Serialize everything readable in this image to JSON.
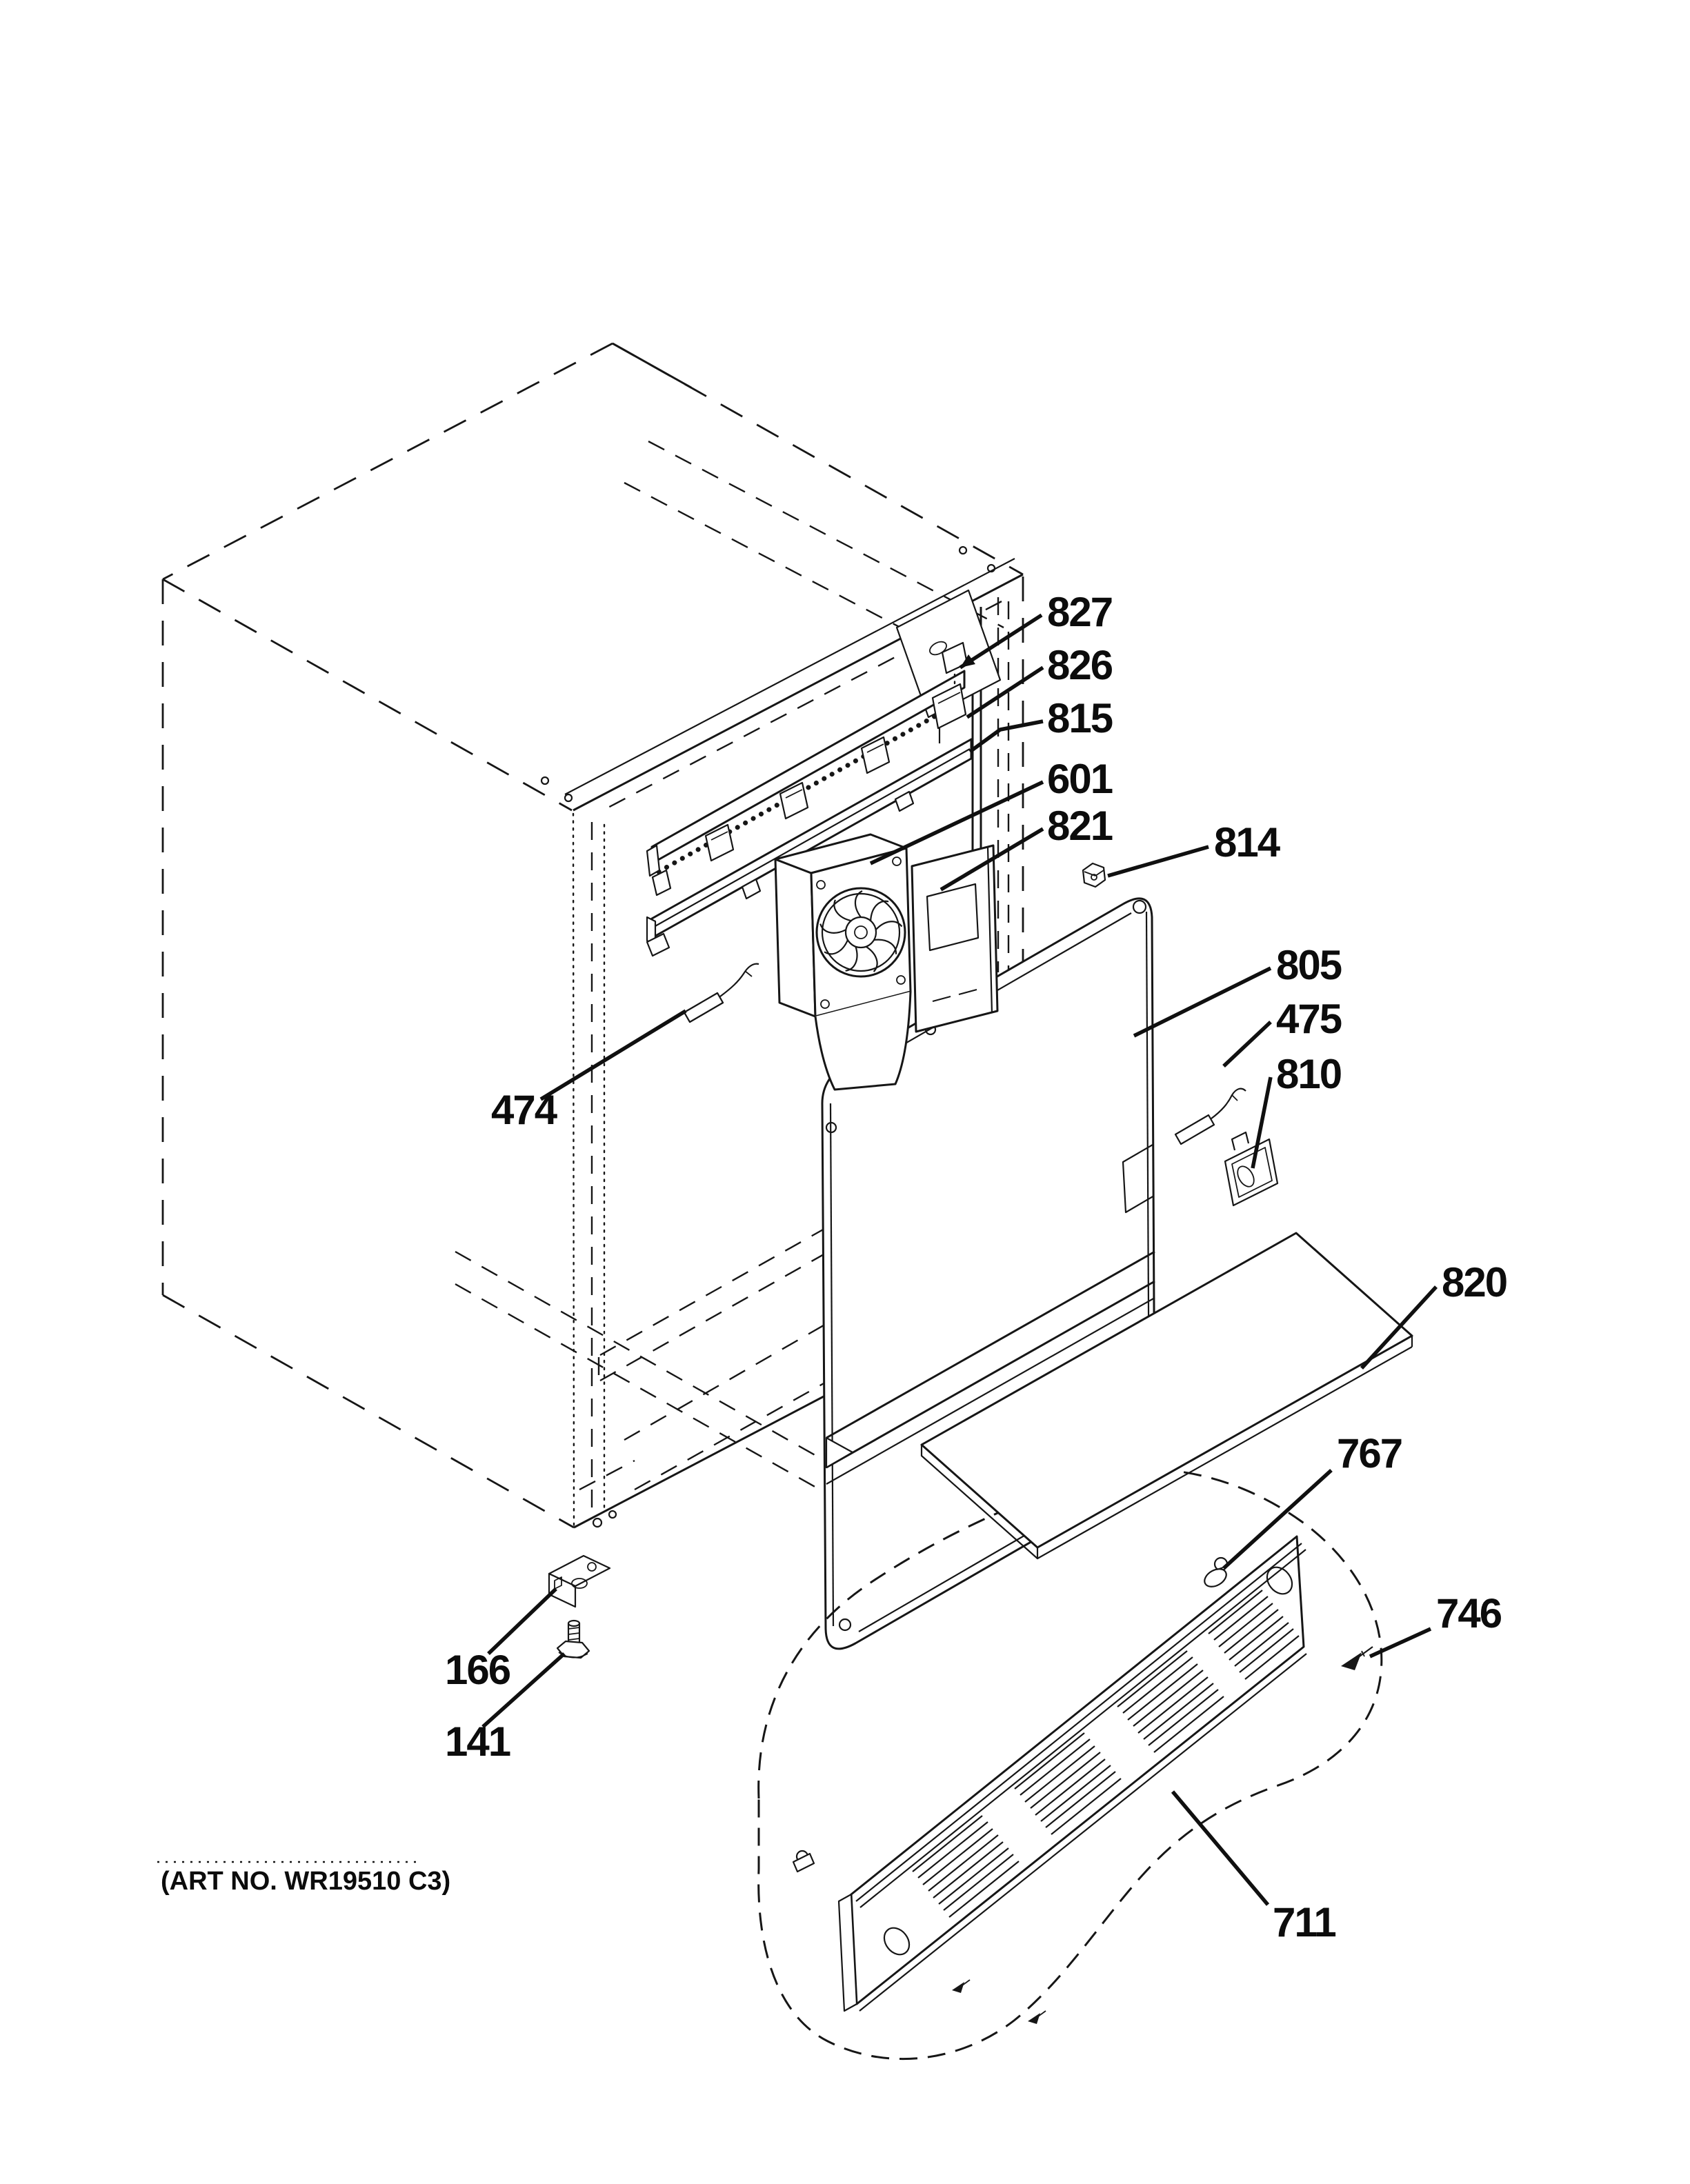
{
  "figure": {
    "art_no": "(ART NO. WR19510 C3)"
  },
  "callouts": [
    {
      "id": "827",
      "label": "827"
    },
    {
      "id": "826",
      "label": "826"
    },
    {
      "id": "815",
      "label": "815"
    },
    {
      "id": "601",
      "label": "601"
    },
    {
      "id": "821",
      "label": "821"
    },
    {
      "id": "814",
      "label": "814"
    },
    {
      "id": "805",
      "label": "805"
    },
    {
      "id": "475",
      "label": "475"
    },
    {
      "id": "810",
      "label": "810"
    },
    {
      "id": "820",
      "label": "820"
    },
    {
      "id": "767",
      "label": "767"
    },
    {
      "id": "746",
      "label": "746"
    },
    {
      "id": "711",
      "label": "711"
    },
    {
      "id": "474",
      "label": "474"
    },
    {
      "id": "166",
      "label": "166"
    },
    {
      "id": "141",
      "label": "141"
    }
  ]
}
